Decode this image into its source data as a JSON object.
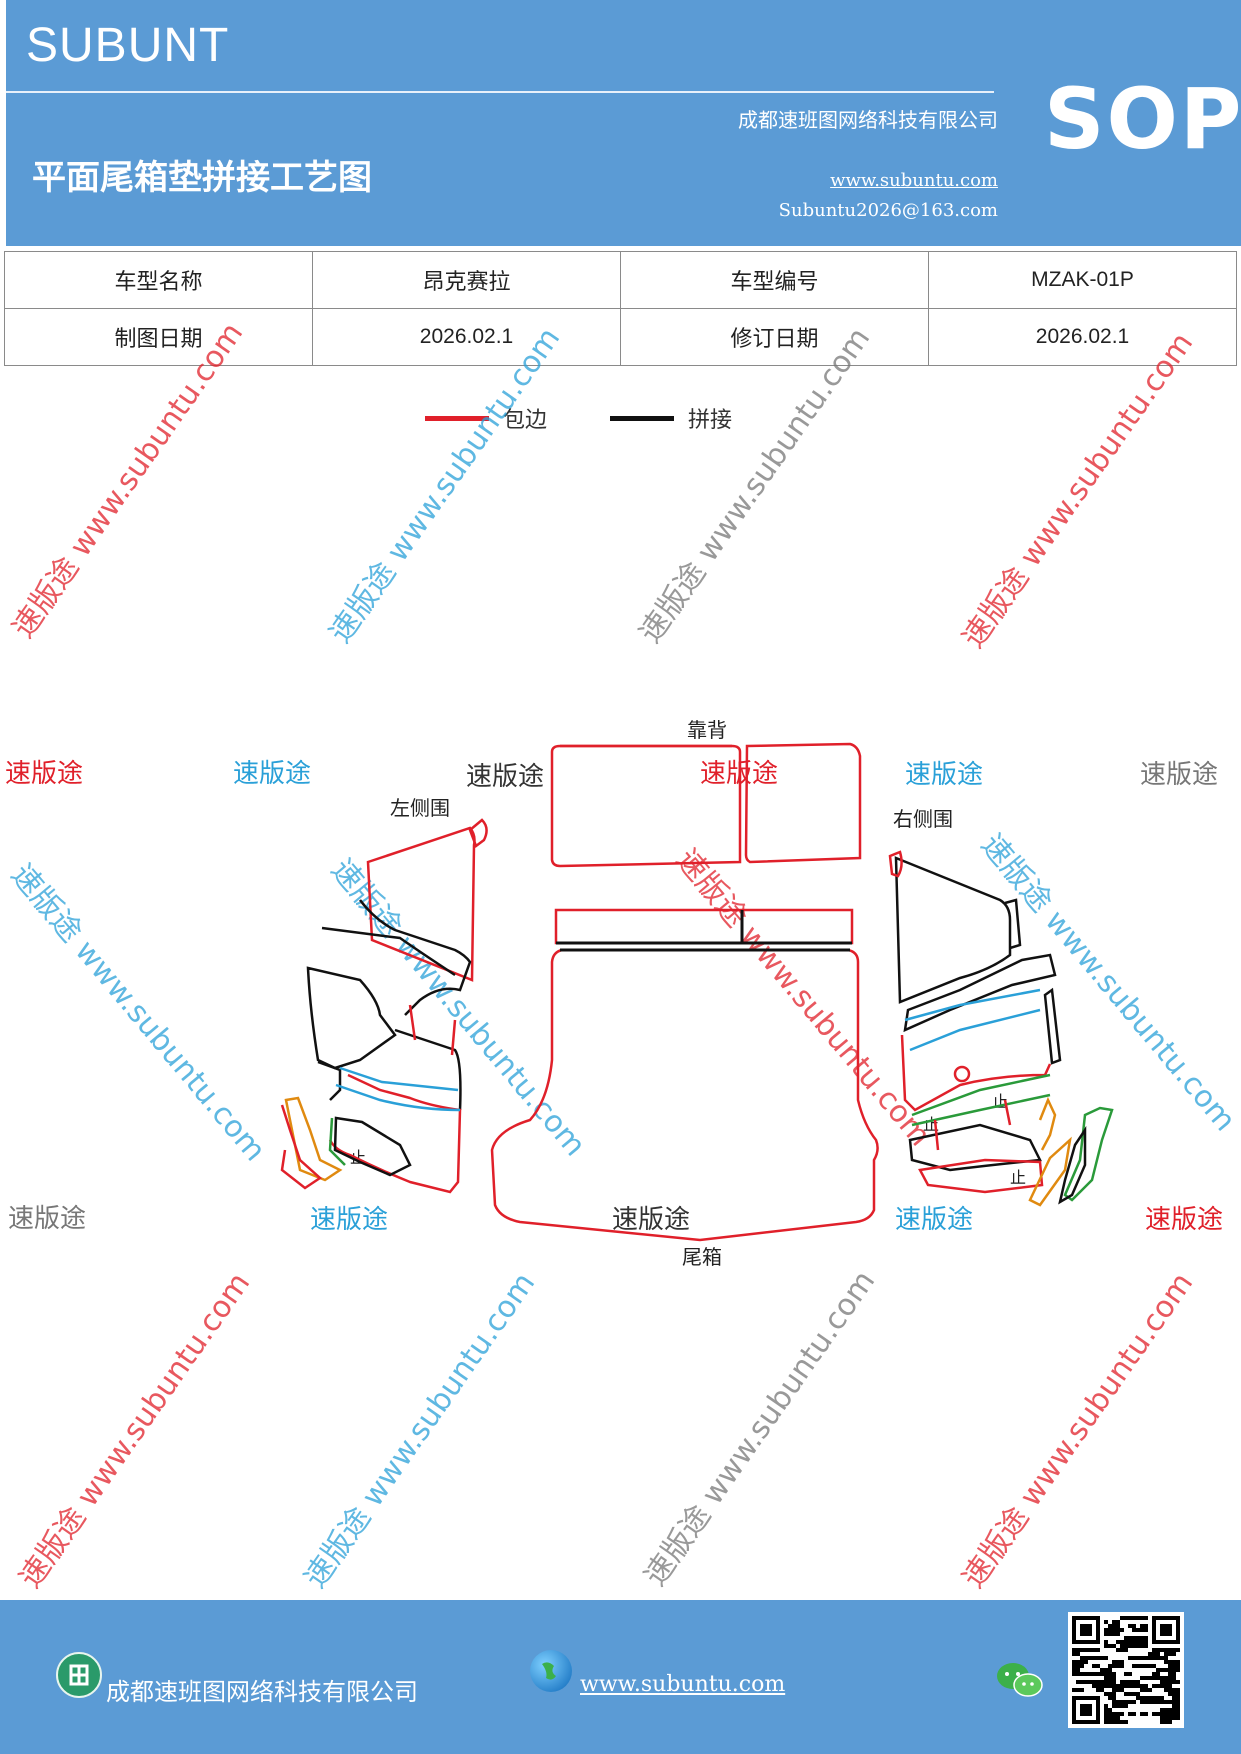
{
  "header": {
    "brand": "SUBUNT",
    "sop": "SOP",
    "company": "成都速班图网络科技有限公司",
    "title": "平面尾箱垫拼接工艺图",
    "website": "www.subuntu.com",
    "email": "Subuntu2026@163.com"
  },
  "info_table": {
    "rows": [
      [
        "车型名称",
        "昂克赛拉",
        "车型编号",
        "MZAK-01P"
      ],
      [
        "制图日期",
        "2026.02.1",
        "修订日期",
        "2026.02.1"
      ]
    ]
  },
  "legend": [
    {
      "label": "包边",
      "color": "#e0202a"
    },
    {
      "label": "拼接",
      "color": "#111111"
    }
  ],
  "diagram": {
    "labels": {
      "backrest": "靠背",
      "trunk": "尾箱",
      "left_side": "左侧围",
      "right_side": "右侧围",
      "stop": "止"
    },
    "watermark_text": "速版途",
    "watermark_url": "www.subuntu.com",
    "colors": {
      "red": "#e0202a",
      "black": "#111111",
      "blue": "#2aa0d8",
      "green": "#2a9a3a",
      "orange": "#e08a10",
      "gray": "#777777"
    }
  },
  "footer": {
    "company": "成都速班图网络科技有限公司",
    "website": "www.subuntu.com"
  }
}
